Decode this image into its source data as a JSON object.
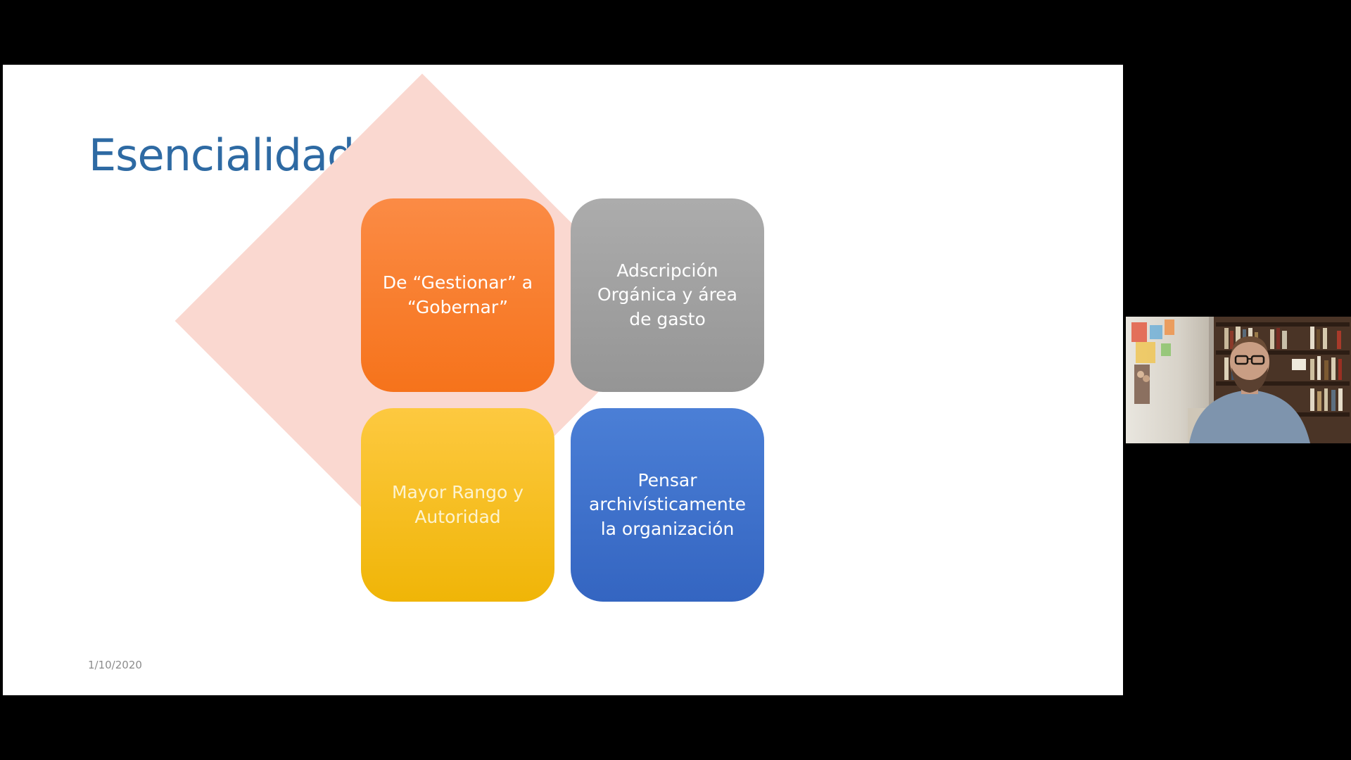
{
  "slide": {
    "title": "Esencialidad GDA",
    "date": "1/10/2020",
    "tiles": [
      {
        "text": "De “Gestionar” a\n“Gobernar”",
        "color": "#f6731b"
      },
      {
        "text": "Adscripción\nOrgánica y área\nde gasto",
        "color": "#959595"
      },
      {
        "text": "Mayor Rango y\nAutoridad",
        "color": "#f0b507"
      },
      {
        "text": "Pensar\narchivísticamente\nla organización",
        "color": "#3465c1"
      }
    ],
    "title_color": "#2e6aa3",
    "diamond_color": "#fad8d0"
  },
  "video_tile": {
    "icon": "presenter-video-icon"
  }
}
